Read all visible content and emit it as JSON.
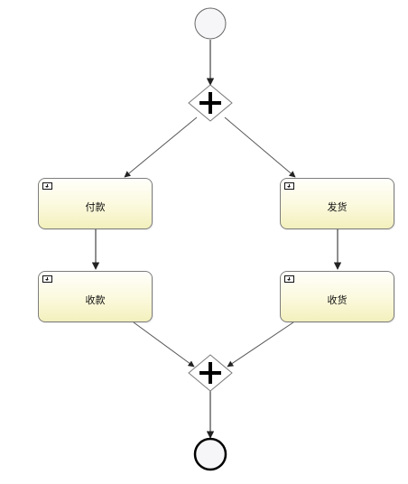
{
  "tasks": {
    "pay": {
      "label": "付款",
      "icon": "user-task-icon"
    },
    "receive_payment": {
      "label": "收款",
      "icon": "user-task-icon"
    },
    "ship": {
      "label": "发货",
      "icon": "user-task-icon"
    },
    "receive_goods": {
      "label": "收货",
      "icon": "user-task-icon"
    }
  },
  "gateways": {
    "fork": {
      "type": "parallel",
      "symbol": "+"
    },
    "join": {
      "type": "parallel",
      "symbol": "+"
    }
  },
  "events": {
    "start": {
      "type": "start-event"
    },
    "end": {
      "type": "end-event"
    }
  },
  "flows": [
    {
      "from": "start",
      "to": "fork"
    },
    {
      "from": "fork",
      "to": "pay"
    },
    {
      "from": "fork",
      "to": "ship"
    },
    {
      "from": "pay",
      "to": "receive_payment"
    },
    {
      "from": "ship",
      "to": "receive_goods"
    },
    {
      "from": "receive_payment",
      "to": "join"
    },
    {
      "from": "receive_goods",
      "to": "join"
    },
    {
      "from": "join",
      "to": "end"
    }
  ],
  "colors": {
    "task_fill_top": "#fffffb",
    "task_fill_bottom": "#f3f0bd",
    "task_border": "#7d7d7d",
    "event_fill": "#f6f6f8",
    "line": "#555555"
  }
}
